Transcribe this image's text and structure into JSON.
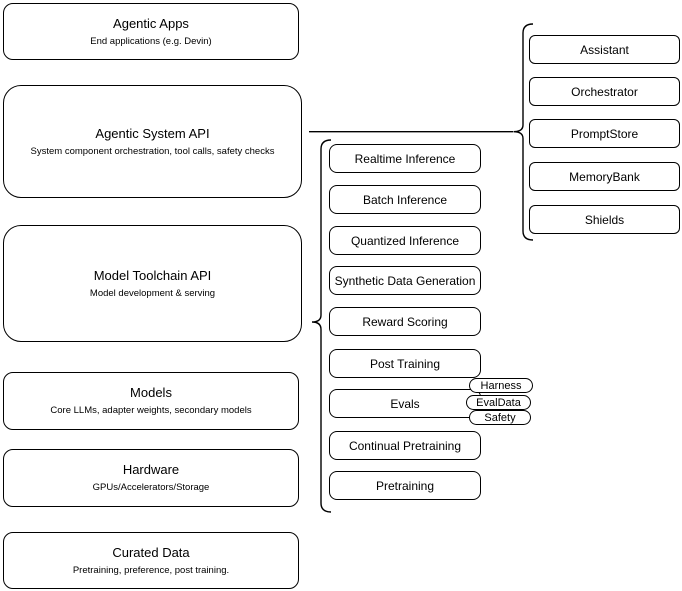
{
  "diagram": {
    "colors": {
      "stroke": "#000000",
      "fill": "#ffffff",
      "text": "#000000"
    },
    "left_stack": [
      {
        "title": "Agentic Apps",
        "subtitle": "End applications (e.g. Devin)"
      },
      {
        "title": "Agentic System API",
        "subtitle": "System component orchestration, tool calls, safety checks"
      },
      {
        "title": "Model Toolchain API",
        "subtitle": "Model development & serving"
      },
      {
        "title": "Models",
        "subtitle": "Core LLMs, adapter weights, secondary models"
      },
      {
        "title": "Hardware",
        "subtitle": "GPUs/Accelerators/Storage"
      },
      {
        "title": "Curated Data",
        "subtitle": "Pretraining, preference, post training."
      }
    ],
    "toolchain": {
      "items": [
        {
          "label": "Realtime Inference"
        },
        {
          "label": "Batch Inference"
        },
        {
          "label": "Quantized Inference"
        },
        {
          "label": "Synthetic Data Generation"
        },
        {
          "label": "Reward Scoring"
        },
        {
          "label": "Post Training"
        },
        {
          "label": "Evals",
          "tags": [
            "Harness",
            "EvalData",
            "Safety"
          ]
        },
        {
          "label": "Continual Pretraining"
        },
        {
          "label": "Pretraining"
        }
      ]
    },
    "system_components": {
      "items": [
        {
          "label": "Assistant"
        },
        {
          "label": "Orchestrator"
        },
        {
          "label": "PromptStore"
        },
        {
          "label": "MemoryBank"
        },
        {
          "label": "Shields"
        }
      ]
    }
  }
}
